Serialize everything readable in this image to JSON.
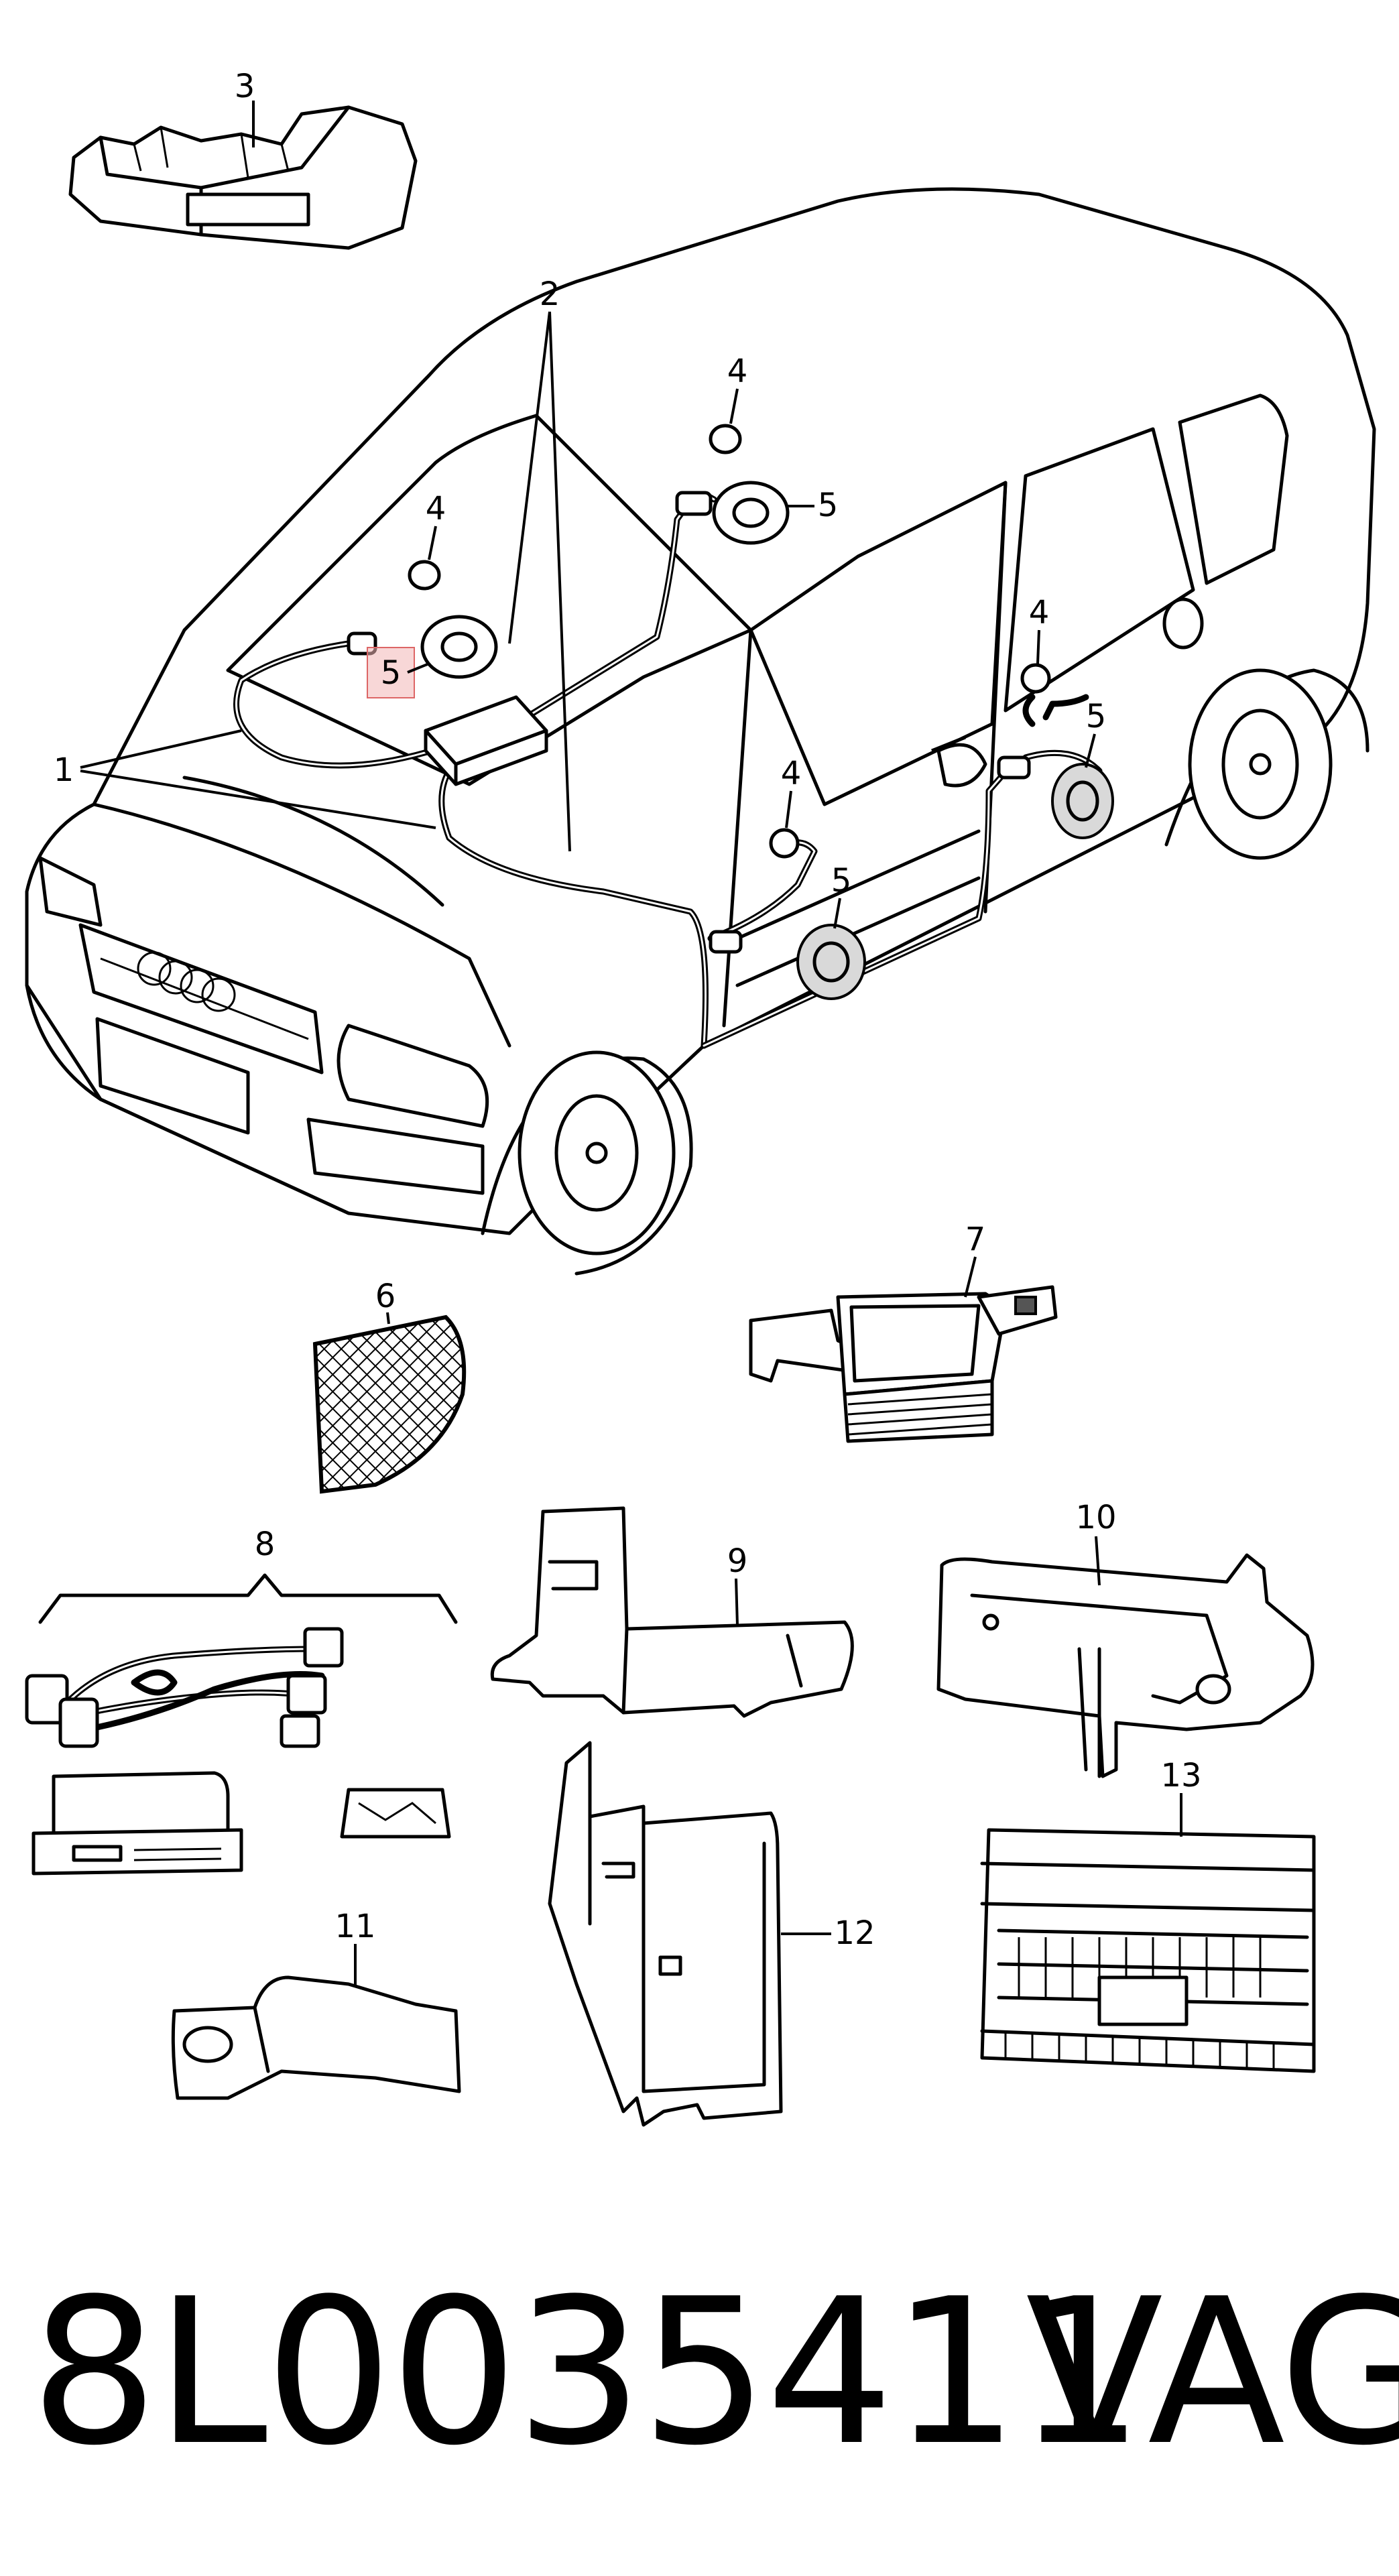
{
  "callouts": {
    "c1": "1",
    "c2": "2",
    "c3": "3",
    "c4a": "4",
    "c4b": "4",
    "c4c": "4",
    "c4d": "4",
    "c5a": "5",
    "c5b": "5",
    "c5c": "5",
    "c5d": "5",
    "c6": "6",
    "c7": "7",
    "c8": "8",
    "c9": "9",
    "c10": "10",
    "c11": "11",
    "c12": "12",
    "c13": "13"
  },
  "highlight_color": "#f2b6b6",
  "footer": {
    "part_number": "8L0035411",
    "brand": "VAG"
  }
}
